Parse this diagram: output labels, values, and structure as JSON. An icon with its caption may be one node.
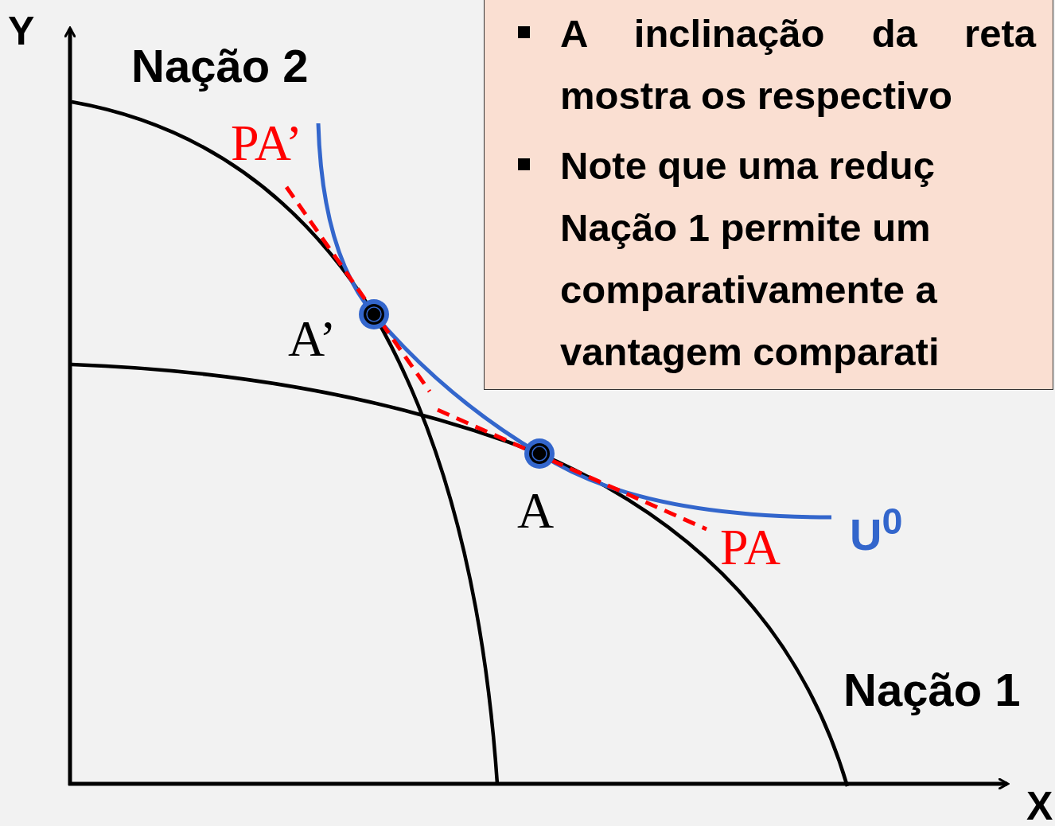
{
  "diagram": {
    "nodes": [
      {
        "text": [
          "A inclinação da reta mostra os respectivo",
          "Note que uma reduç Nação 1 permite um comparativamente a vantagem comparati"
        ]
      }
    ],
    "labels": [
      "Y",
      "Nação 2",
      "PA’",
      "A’",
      "U$^{0}$",
      "A",
      "PA",
      "Nação 1",
      "X"
    ]
  }
}
